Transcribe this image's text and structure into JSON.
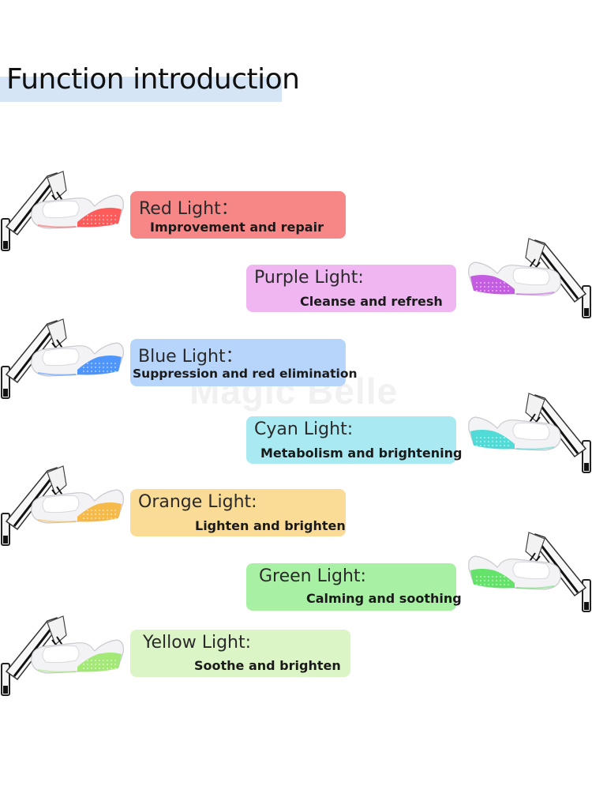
{
  "heading": {
    "title": "Function introduction"
  },
  "watermark": "Magic Belle",
  "lights": [
    {
      "name": "Red Light：",
      "desc": "Improvement and repair",
      "bg": "#f78786",
      "led": "#ff4a4a"
    },
    {
      "name": "Purple Light:",
      "desc": "Cleanse and refresh",
      "bg": "#efb6f2",
      "led": "#c04ce0"
    },
    {
      "name": "Blue Light：",
      "desc": "Suppression and red elimination",
      "bg": "#b7d5fb",
      "led": "#3c8cff"
    },
    {
      "name": "Cyan Light:",
      "desc": "Metabolism and brightening",
      "bg": "#a9eaf2",
      "led": "#3fd8d4"
    },
    {
      "name": "Orange Light:",
      "desc": "Lighten and brighten",
      "bg": "#fbdc96",
      "led": "#f6b437"
    },
    {
      "name": "Green Light:",
      "desc": "Calming and soothing",
      "bg": "#a8f1a4",
      "led": "#55e05a"
    },
    {
      "name": "Yellow Light:",
      "desc": "Soothe and brighten",
      "bg": "#dcf5c7",
      "led": "#9be86a"
    }
  ]
}
